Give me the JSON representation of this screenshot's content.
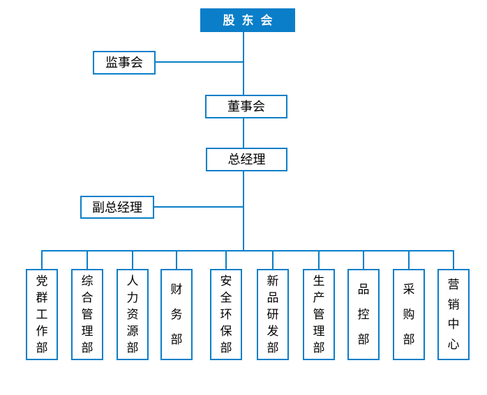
{
  "palette": {
    "accent": "#0A7EC8",
    "text": "#000000",
    "bg": "#FFFFFF",
    "inverse": "#FFFFFF"
  },
  "chart": {
    "type": "org-chart",
    "nodes": {
      "shareholders_meeting": "股东会",
      "supervisory_board": "监事会",
      "board_of_directors": "董事会",
      "general_manager": "总经理",
      "deputy_general_manager": "副总经理"
    },
    "departments": [
      "党群工作部",
      "综合管理部",
      "人力资源部",
      "财务部",
      "安全环保部",
      "新品研发部",
      "生产管理部",
      "品控部",
      "采购部",
      "营销中心"
    ],
    "hierarchy": [
      "股东会 > 董事会 (监事会 reports beside 股东会/董事会 link)",
      "董事会 > 总经理",
      "总经理 > 副总经理 (side link) and all 10 departments"
    ]
  }
}
